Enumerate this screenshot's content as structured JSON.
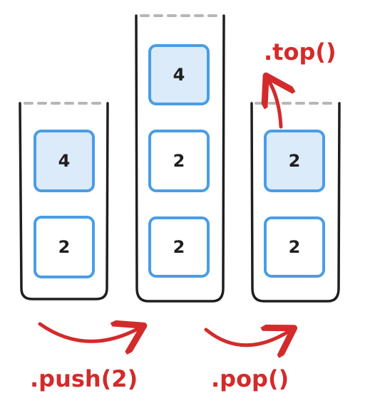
{
  "colors": {
    "container": "#1f1f1f",
    "dashed_rim": "#b6b6b6",
    "box_border": "#4a9de6",
    "box_fill_highlight": "#dcebfa",
    "box_fill_normal": "#ffffff",
    "accent": "#d32b2b",
    "text": "#1f1f1f"
  },
  "stacks": [
    {
      "name": "stack-before-push",
      "items": [
        {
          "value": "4",
          "highlight": true
        },
        {
          "value": "2",
          "highlight": false
        }
      ]
    },
    {
      "name": "stack-after-push",
      "items": [
        {
          "value": "4",
          "highlight": true
        },
        {
          "value": "2",
          "highlight": false
        },
        {
          "value": "2",
          "highlight": false
        }
      ]
    },
    {
      "name": "stack-after-pop",
      "items": [
        {
          "value": "2",
          "highlight": true
        },
        {
          "value": "2",
          "highlight": false
        }
      ]
    }
  ],
  "operations": {
    "push": ".push(2)",
    "pop": ".pop()",
    "top": ".top()"
  },
  "icons": {
    "push_arrow": "curved-arrow-right-icon",
    "pop_arrow": "curved-arrow-right-icon",
    "top_arrow": "curved-arrow-up-icon"
  }
}
